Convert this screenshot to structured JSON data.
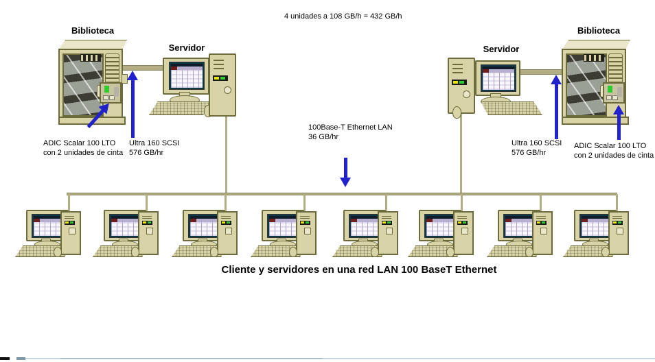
{
  "top_note": "4 unidades a 108 GB/h = 432 GB/h",
  "caption": "Cliente y servidores en una red LAN 100 BaseT Ethernet",
  "lan": {
    "line1": "100Base-T Ethernet LAN",
    "line2": "36 GB/hr"
  },
  "left": {
    "library_label": "Biblioteca",
    "server_label": "Servidor",
    "library_note_line1": "ADIC Scalar 100 LTO",
    "library_note_line2": "con 2 unidades de cinta",
    "scsi_note_line1": "Ultra 160 SCSI",
    "scsi_note_line2": "576 GB/hr"
  },
  "right": {
    "library_label": "Biblioteca",
    "server_label": "Servidor",
    "library_note_line1": "ADIC Scalar 100 LTO",
    "library_note_line2": "con 2 unidades de cinta",
    "scsi_note_line1": "Ultra 160 SCSI",
    "scsi_note_line2": "576 GB/hr"
  },
  "clients": {
    "count": 8
  },
  "colors": {
    "blue": "#2222cc",
    "tan": "#d8d4a8",
    "tan-light": "#e9e6c9",
    "olive": "#6b6b3c",
    "cable": "#b2ad82",
    "glass": "#9aa096",
    "led-green": "#2ecc2e",
    "led-yellow": "#e8e800",
    "screen-teal": "#0d3a46",
    "screen-lav": "#b8aed0"
  }
}
